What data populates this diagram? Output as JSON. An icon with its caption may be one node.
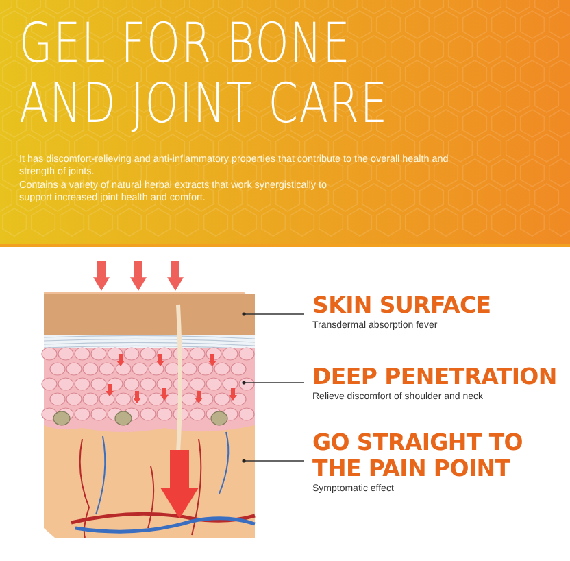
{
  "diagram": {
    "title": "GEL FOR BONE AND JOINT CARE",
    "nodes": [
      {
        "text": [
          "SKIN SURFACE",
          "Transdermal absorption fever"
        ]
      },
      {
        "text": [
          "DEEP PENETRATION",
          "Relieve discomfort of shoulder and neck"
        ]
      },
      {
        "text": [
          "GO STRAIGHT TO THE PAIN POINT",
          "Symptomatic effect"
        ]
      }
    ],
    "edges": [
      {
        "from": 0,
        "to": null,
        "arrow": "other"
      },
      {
        "from": 1,
        "to": null,
        "arrow": "other"
      },
      {
        "from": 2,
        "to": null,
        "arrow": "other"
      }
    ],
    "labels": [
      "It has discomfort-relieving and anti-inflammatory properties that contribute to the overall health and strength of joints.",
      "Contains a variety of natural herbal extracts that work synergistically to support increased joint health and comfort."
    ]
  }
}
